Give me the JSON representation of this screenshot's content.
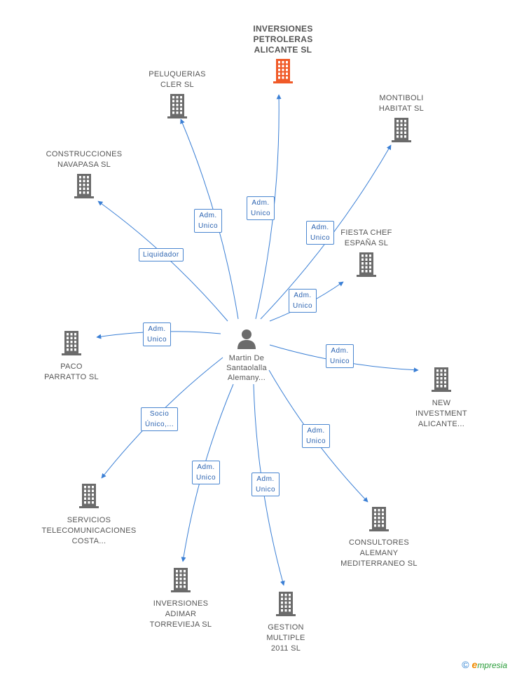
{
  "center": {
    "name_lines": [
      "Martin De",
      "Santaolalla",
      "Alemany..."
    ]
  },
  "companies": [
    {
      "id": "inversiones-petroleras",
      "lines": [
        "INVERSIONES",
        "PETROLERAS",
        "ALICANTE SL"
      ],
      "highlight": true
    },
    {
      "id": "peluquerias-cler",
      "lines": [
        "PELUQUERIAS",
        "CLER SL"
      ]
    },
    {
      "id": "montiboli-habitat",
      "lines": [
        "MONTIBOLI",
        "HABITAT SL"
      ]
    },
    {
      "id": "construcciones-navapasa",
      "lines": [
        "CONSTRUCCIONES",
        "NAVAPASA SL"
      ]
    },
    {
      "id": "fiesta-chef",
      "lines": [
        "FIESTA CHEF",
        "ESPAÑA SL"
      ]
    },
    {
      "id": "paco-parratto",
      "lines": [
        "PACO",
        "PARRATTO SL"
      ]
    },
    {
      "id": "new-investment",
      "lines": [
        "NEW",
        "INVESTMENT",
        "ALICANTE..."
      ]
    },
    {
      "id": "servicios-telecom",
      "lines": [
        "SERVICIOS",
        "TELECOMUNICACIONES",
        "COSTA..."
      ]
    },
    {
      "id": "consultores-alemany",
      "lines": [
        "CONSULTORES",
        "ALEMANY",
        "MEDITERRANEO SL"
      ]
    },
    {
      "id": "inversiones-adimar",
      "lines": [
        "INVERSIONES",
        "ADIMAR",
        "TORREVIEJA SL"
      ]
    },
    {
      "id": "gestion-multiple",
      "lines": [
        "GESTION",
        "MULTIPLE",
        "2011 SL"
      ]
    }
  ],
  "relations": [
    {
      "target": "inversiones-petroleras",
      "label": [
        "Adm.",
        "Unico"
      ]
    },
    {
      "target": "peluquerias-cler",
      "label": [
        "Adm.",
        "Unico"
      ]
    },
    {
      "target": "montiboli-habitat",
      "label": [
        "Adm.",
        "Unico"
      ]
    },
    {
      "target": "construcciones-navapasa",
      "label": [
        "Liquidador"
      ]
    },
    {
      "target": "fiesta-chef",
      "label": [
        "Adm.",
        "Unico"
      ]
    },
    {
      "target": "paco-parratto",
      "label": [
        "Adm.",
        "Unico"
      ]
    },
    {
      "target": "new-investment",
      "label": [
        "Adm.",
        "Unico"
      ]
    },
    {
      "target": "servicios-telecom",
      "label": [
        "Socio",
        "Único,..."
      ]
    },
    {
      "target": "consultores-alemany",
      "label": [
        "Adm.",
        "Unico"
      ]
    },
    {
      "target": "inversiones-adimar",
      "label": [
        "Adm.",
        "Unico"
      ]
    },
    {
      "target": "gestion-multiple",
      "label": [
        "Adm.",
        "Unico"
      ]
    }
  ],
  "colors": {
    "edge": "#3a7fd5",
    "building": "#6b6b6b",
    "building_highlight": "#f05a28",
    "person": "#6b6b6b",
    "label_text": "#555555"
  },
  "footer": {
    "copyright": "©",
    "brand_first": "e",
    "brand_rest": "mpresia"
  }
}
